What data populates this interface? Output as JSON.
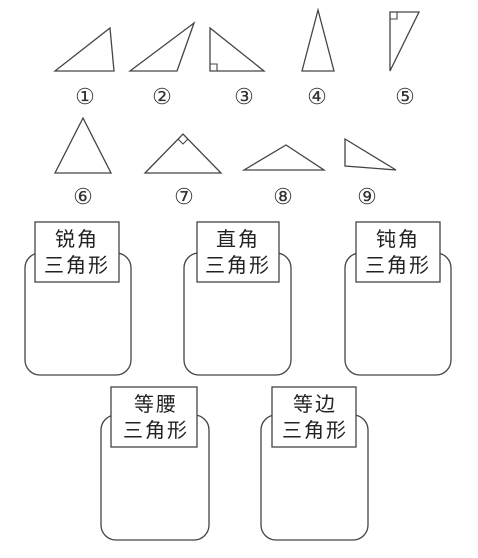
{
  "triangles": [
    {
      "label": "①"
    },
    {
      "label": "②"
    },
    {
      "label": "③"
    },
    {
      "label": "④"
    },
    {
      "label": "⑤"
    },
    {
      "label": "⑥"
    },
    {
      "label": "⑦"
    },
    {
      "label": "⑧"
    },
    {
      "label": "⑨"
    }
  ],
  "categories": [
    {
      "line1": "锐角",
      "line2": "三角形"
    },
    {
      "line1": "直角",
      "line2": "三角形"
    },
    {
      "line1": "钝角",
      "line2": "三角形"
    },
    {
      "line1": "等腰",
      "line2": "三角形"
    },
    {
      "line1": "等边",
      "line2": "三角形"
    }
  ]
}
